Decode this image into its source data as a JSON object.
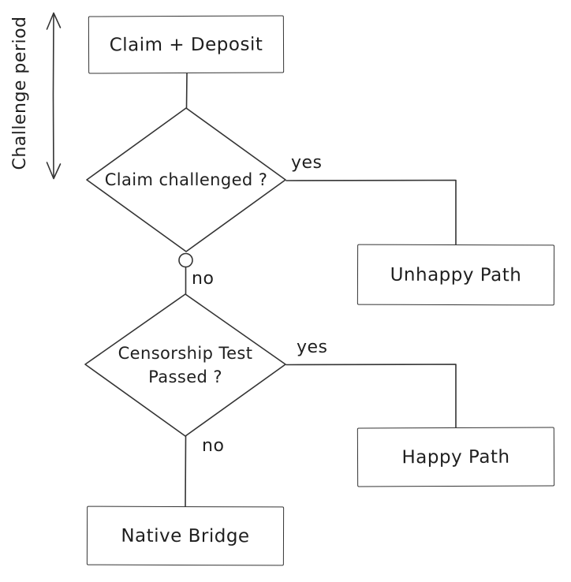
{
  "flowchart": {
    "side_label": "Challenge period",
    "nodes": {
      "claim_deposit": {
        "label": "Claim + Deposit",
        "type": "process"
      },
      "claim_challenged": {
        "label": "Claim challenged ?",
        "type": "decision"
      },
      "unhappy_path": {
        "label": "Unhappy Path",
        "type": "process"
      },
      "censorship_test": {
        "label": "Censorship Test Passed ?",
        "type": "decision"
      },
      "happy_path": {
        "label": "Happy Path",
        "type": "process"
      },
      "native_bridge": {
        "label": "Native Bridge",
        "type": "process"
      }
    },
    "edges": {
      "claim_challenged_yes": {
        "from": "claim_challenged",
        "to": "unhappy_path",
        "label": "yes"
      },
      "claim_challenged_no": {
        "from": "claim_challenged",
        "to": "censorship_test",
        "label": "no"
      },
      "censorship_test_yes": {
        "from": "censorship_test",
        "to": "happy_path",
        "label": "yes"
      },
      "censorship_test_no": {
        "from": "censorship_test",
        "to": "native_bridge",
        "label": "no"
      }
    },
    "colors": {
      "stroke": "#343434",
      "text": "#1f1f1f",
      "background": "#ffffff"
    }
  }
}
